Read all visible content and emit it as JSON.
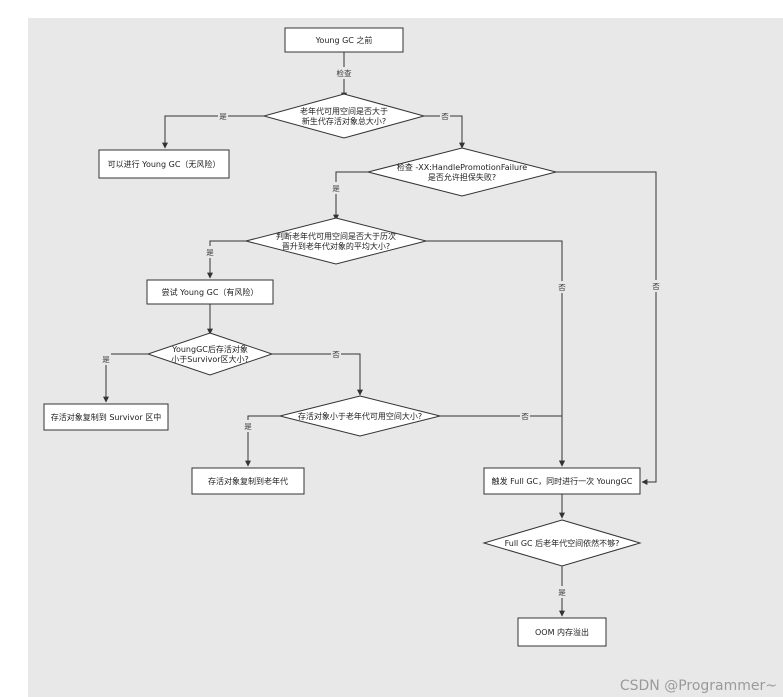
{
  "nodes": {
    "start": "Young GC 之前",
    "cond_old_vs_young": [
      "老年代可用空间是否大于",
      "新生代存活对象总大小?"
    ],
    "young_gc_safe": "可以进行 Young GC（无风险）",
    "check_handle": [
      "检查 -XX:HandlePromotionFailure",
      "是否允许担保失败?"
    ],
    "cond_avg_promotion": [
      "判断老年代可用空间是否大于历次",
      "晋升到老年代对象的平均大小?"
    ],
    "try_young_gc": "尝试 Young GC（有风险）",
    "cond_survivor": [
      "YoungGC后存活对象",
      "小于Survivor区大小?"
    ],
    "copy_survivor": "存活对象复制到 Survivor 区中",
    "cond_old_space": "存活对象小于老年代可用空间大小?",
    "copy_old": "存活对象复制到老年代",
    "full_gc": "触发 Full GC，同时进行一次 YoungGC",
    "cond_after_full": "Full GC 后老年代空间依然不够?",
    "oom": "OOM 内存溢出"
  },
  "edge_labels": {
    "check": "检查",
    "yes": "是",
    "no": "否"
  },
  "colors": {
    "background": "#e8e8e8",
    "node_fill": "#ffffff",
    "stroke": "#333333"
  },
  "watermark": "CSDN @Programmer~"
}
